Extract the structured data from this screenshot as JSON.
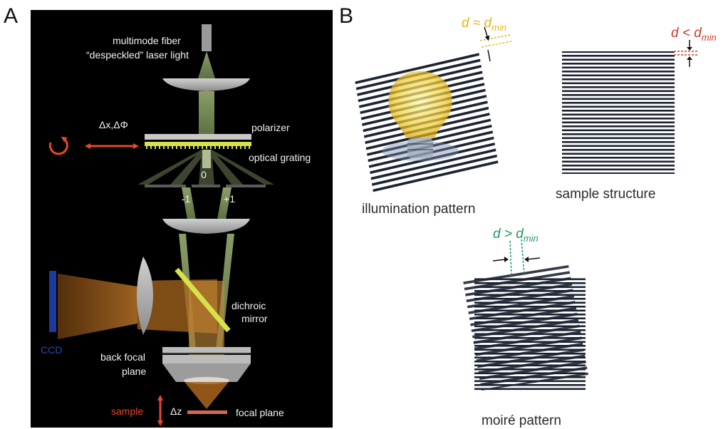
{
  "panels": {
    "a_letter": "A",
    "b_letter": "B"
  },
  "panel_a": {
    "fiber_label_1": "multimode fiber",
    "fiber_label_2": "“despeckled” laser light",
    "shift_label": "Δx,ΔΦ",
    "polarizer_label": "polarizer",
    "grating_label": "optical grating",
    "order_0": "0",
    "order_minus1": "-1",
    "order_plus1": "+1",
    "dichroic_label_1": "dichroic",
    "dichroic_label_2": "mirror",
    "ccd_label": "CCD",
    "bfp_label_1": "back focal",
    "bfp_label_2": "plane",
    "sample_label": "sample",
    "dz_label": "Δz",
    "focal_plane_label": "focal plane",
    "colors": {
      "background": "#000000",
      "beam_green": "#8fa36a",
      "emission_orange": "#a8651c",
      "grating_yellow": "#d7e24a",
      "arrow_red": "#e8482a",
      "ccd_blue": "#1e3a9a",
      "optics_gray": "#a9a9a9"
    }
  },
  "panel_b": {
    "illumination_label": "illumination pattern",
    "sample_structure_label": "sample structure",
    "moire_label": "moiré pattern",
    "d_approx": {
      "pre": "d ≈ d",
      "sub": "min",
      "color": "#e0b81a"
    },
    "d_less": {
      "pre": "d < d",
      "sub": "min",
      "color": "#d03a2a"
    },
    "d_greater": {
      "pre": "d > d",
      "sub": "min",
      "color": "#1f9a5a"
    },
    "bulb_icon": "light-bulb-icon"
  }
}
